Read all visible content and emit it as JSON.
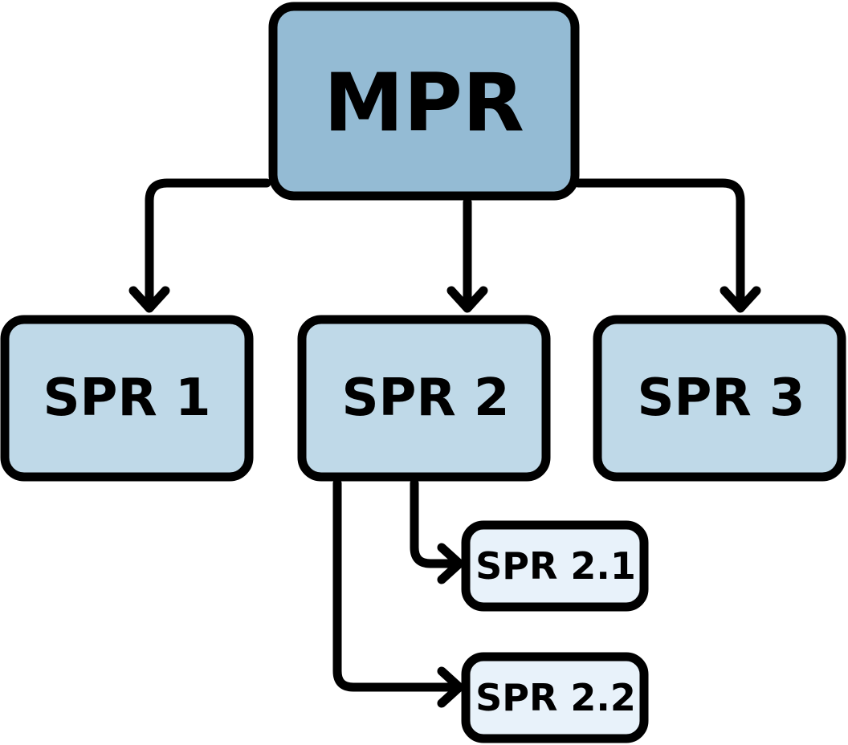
{
  "diagram": {
    "root": {
      "label": "MPR"
    },
    "children": [
      {
        "label": "SPR 1"
      },
      {
        "label": "SPR 2"
      },
      {
        "label": "SPR 3"
      }
    ],
    "grandchildren": [
      {
        "label": "SPR 2.1"
      },
      {
        "label": "SPR 2.2"
      }
    ]
  },
  "colors": {
    "root_fill": "#94bbd4",
    "child_fill": "#bfd9e8",
    "grandchild_fill": "#e8f2fa",
    "stroke": "#000000",
    "background": "#ffffff"
  }
}
